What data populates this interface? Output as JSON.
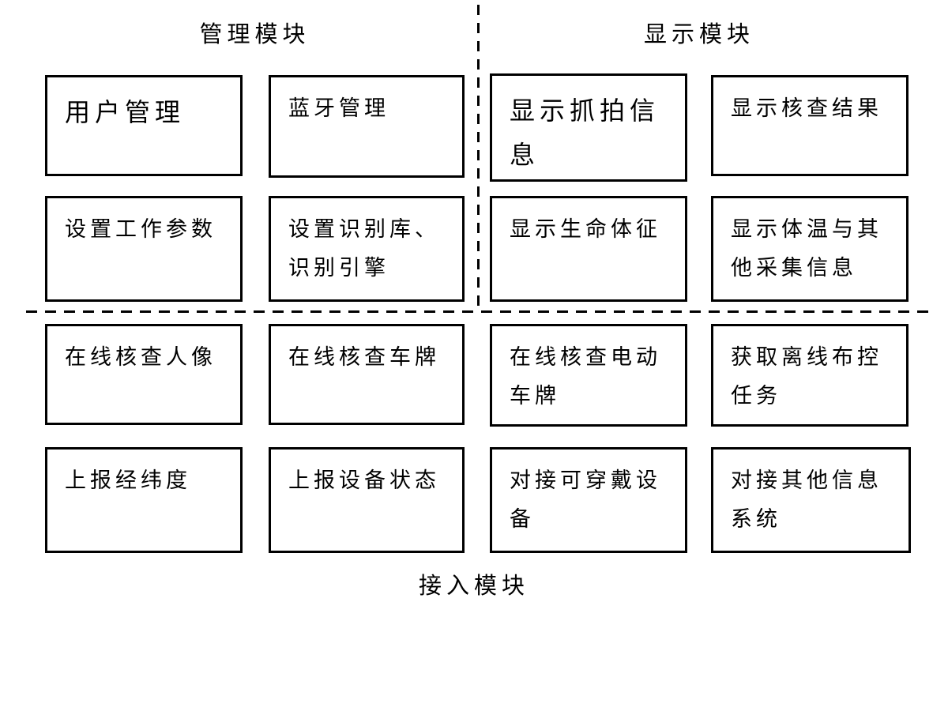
{
  "colors": {
    "ink": "#000000",
    "background": "#ffffff"
  },
  "modules": {
    "management": {
      "title": "管理模块",
      "boxes": [
        {
          "label": "用户管理"
        },
        {
          "label": "蓝牙管理"
        },
        {
          "label": "设置工作参数"
        },
        {
          "label": "设置识别库、识别引擎"
        }
      ]
    },
    "display": {
      "title": "显示模块",
      "boxes": [
        {
          "label": "显示抓拍信息"
        },
        {
          "label": "显示核查结果"
        },
        {
          "label": "显示生命体征"
        },
        {
          "label": "显示体温与其他采集信息"
        }
      ]
    },
    "access": {
      "title": "接入模块",
      "boxes": [
        {
          "label": "在线核查人像"
        },
        {
          "label": "在线核查车牌"
        },
        {
          "label": "在线核查电动车牌"
        },
        {
          "label": "获取离线布控任务"
        },
        {
          "label": "上报经纬度"
        },
        {
          "label": "上报设备状态"
        },
        {
          "label": "对接可穿戴设备"
        },
        {
          "label": "对接其他信息系统"
        }
      ]
    }
  }
}
